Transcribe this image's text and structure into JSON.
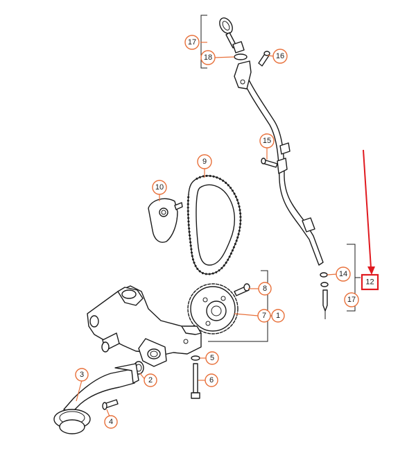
{
  "diagram": {
    "colors": {
      "line": "#1a1a1a",
      "callout": "#e8703a",
      "highlight": "#e0191f",
      "background": "#ffffff"
    },
    "callouts": {
      "c1": "1",
      "c2": "2",
      "c3": "3",
      "c4": "4",
      "c5": "5",
      "c6": "6",
      "c7": "7",
      "c8": "8",
      "c9": "9",
      "c10": "10",
      "c14": "14",
      "c15": "15",
      "c16": "16",
      "c17a": "17",
      "c17b": "17",
      "c18": "18"
    },
    "highlighted_callout": "12"
  }
}
